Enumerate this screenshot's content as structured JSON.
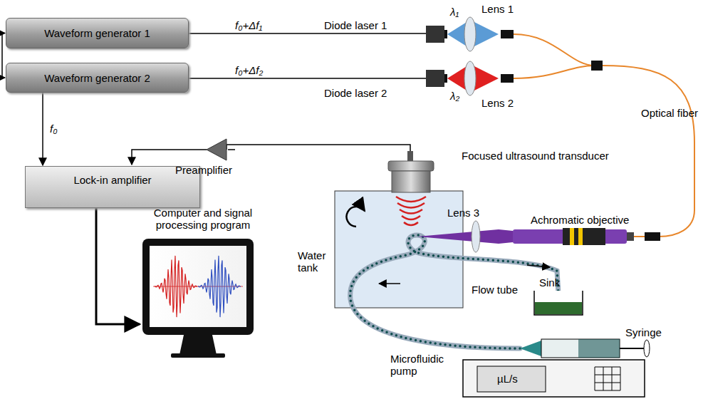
{
  "diagram": {
    "nodes": [
      {
        "text": [
          "Waveform generator 1"
        ]
      },
      {
        "text": [
          "Waveform generator 2"
        ]
      },
      {
        "text": [
          "Lock-in amplifier"
        ]
      }
    ],
    "edges": [
      {
        "from": 0,
        "to": 1,
        "arrow": "both"
      },
      {
        "from": 1,
        "to": 2,
        "label": "f₀",
        "arrow": "to"
      }
    ],
    "labels": [
      "f₀+Δf₁",
      "f₀+Δf₂",
      "Diode laser 1",
      "Diode laser 2",
      "λ₁",
      "λ₂",
      "Lens 1",
      "Lens 2",
      "Optical fiber",
      "Preamplifier",
      "Focused ultrasound transducer",
      "Lens 3",
      "Achromatic objective",
      "Water tank",
      "Computer and signal processing program",
      "Flow tube",
      "Sink",
      "Syringe",
      "Microfluidic pump",
      "µL/s"
    ]
  }
}
